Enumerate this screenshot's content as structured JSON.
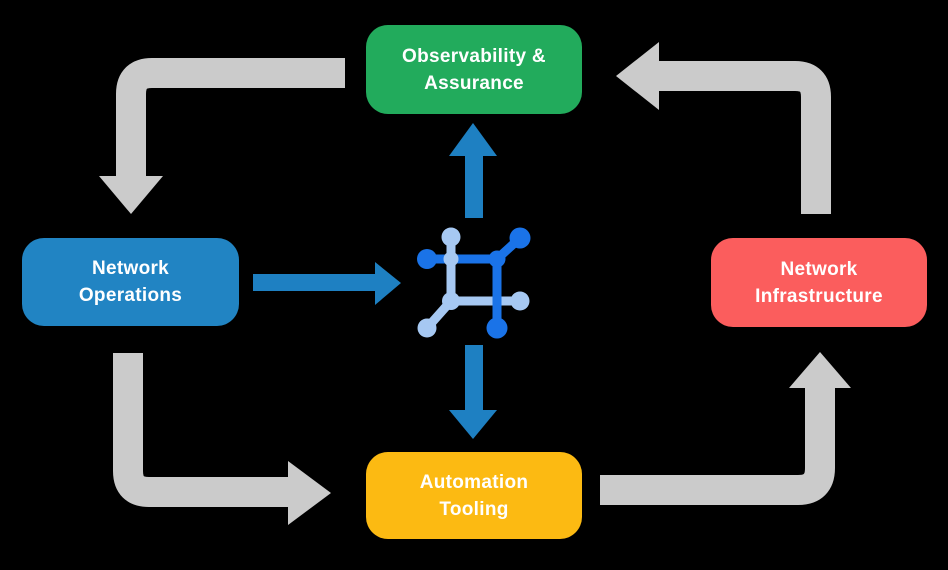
{
  "diagram": {
    "background_color": "#000000",
    "nodes": [
      {
        "id": "observability-assurance",
        "line1": "Observability &",
        "line2": "Assurance",
        "color": "#22AB5C",
        "text_color": "#FFFFFF"
      },
      {
        "id": "network-operations",
        "line1": "Network",
        "line2": "Operations",
        "color": "#2184C3",
        "text_color": "#FFFFFF"
      },
      {
        "id": "network-infrastructure",
        "line1": "Network",
        "line2": "Infrastructure",
        "color": "#FB5D5D",
        "text_color": "#FFFFFF"
      },
      {
        "id": "automation-tooling",
        "line1": "Automation",
        "line2": "Tooling",
        "color": "#FCBA12",
        "text_color": "#FFFFFF"
      }
    ],
    "center_icon": {
      "name": "network-automation-icon",
      "primary_color": "#1A73E8",
      "secondary_color": "#A6C8F2"
    },
    "cycle_arrows": {
      "color": "#CBCBCB",
      "items": [
        {
          "from": "observability-assurance",
          "to": "network-operations"
        },
        {
          "from": "network-operations",
          "to": "automation-tooling"
        },
        {
          "from": "automation-tooling",
          "to": "network-infrastructure"
        },
        {
          "from": "network-infrastructure",
          "to": "observability-assurance"
        }
      ]
    },
    "hub_arrows": {
      "color": "#1E80C2",
      "items": [
        {
          "from": "network-operations",
          "to": "center-icon",
          "direction": "right"
        },
        {
          "from": "center-icon",
          "to": "observability-assurance",
          "direction": "up"
        },
        {
          "from": "center-icon",
          "to": "automation-tooling",
          "direction": "down"
        }
      ]
    }
  }
}
